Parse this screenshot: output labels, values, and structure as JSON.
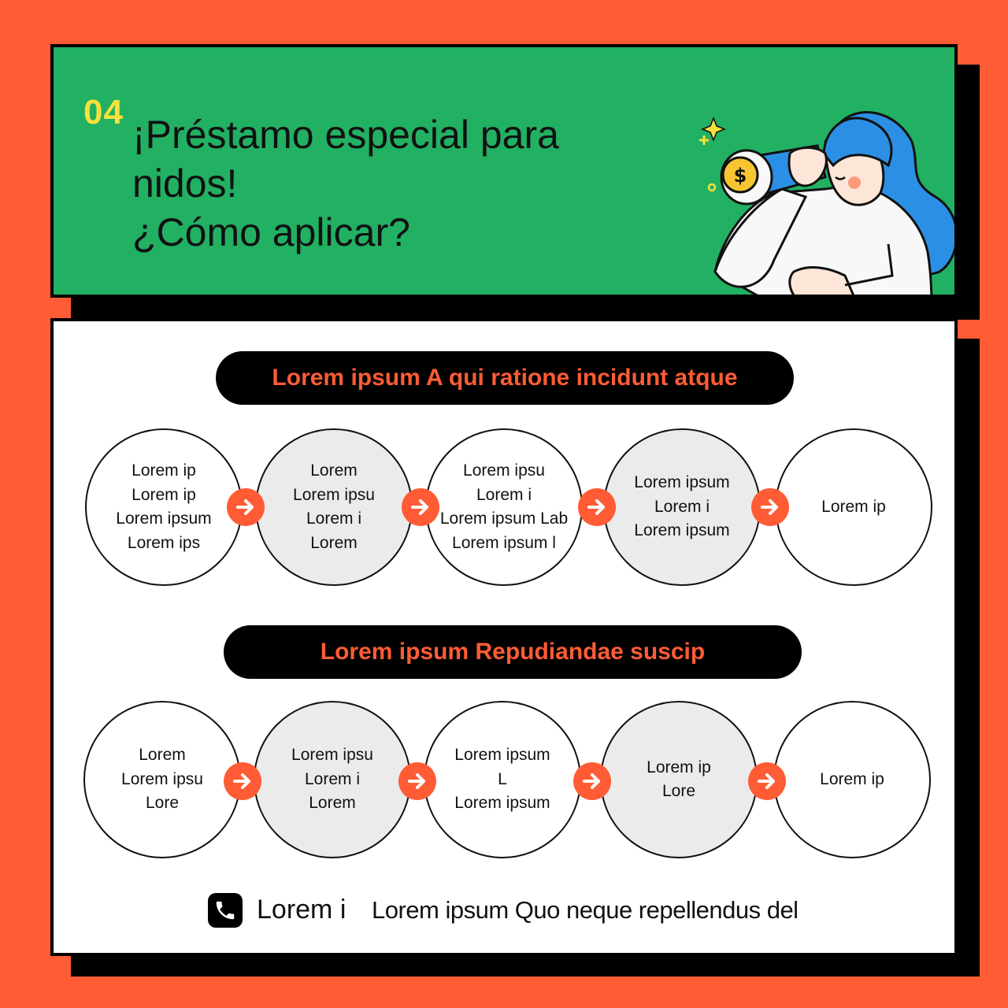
{
  "header": {
    "step_number": "04",
    "title_lines": [
      "¡Préstamo especial para",
      "nidos!",
      "¿Cómo aplicar?"
    ]
  },
  "section1": {
    "heading": "Lorem ipsum A qui ratione incidunt atque",
    "circles": [
      {
        "lines": [
          "Lorem ip",
          "Lorem ip",
          "Lorem ipsum",
          "Lorem ips"
        ]
      },
      {
        "lines": [
          "Lorem",
          "Lorem ipsu",
          "Lorem i",
          "Lorem"
        ]
      },
      {
        "lines": [
          "Lorem ipsu",
          "Lorem i",
          "Lorem ipsum Lab",
          "Lorem ipsum l"
        ]
      },
      {
        "lines": [
          "Lorem ipsum",
          "Lorem i",
          "Lorem ipsum"
        ]
      },
      {
        "lines": [
          "Lorem ip"
        ]
      }
    ]
  },
  "section2": {
    "heading": "Lorem ipsum Repudiandae suscip",
    "circles": [
      {
        "lines": [
          "Lorem",
          "Lorem ipsu",
          "Lore"
        ]
      },
      {
        "lines": [
          "Lorem ipsu",
          "Lorem i",
          "Lorem"
        ]
      },
      {
        "lines": [
          "Lorem ipsum",
          "L",
          "Lorem ipsum"
        ]
      },
      {
        "lines": [
          "Lorem ip",
          "Lore"
        ]
      },
      {
        "lines": [
          "Lorem ip"
        ]
      }
    ]
  },
  "footer": {
    "phone_icon": "phone-icon",
    "label": "Lorem i",
    "text": "Lorem ipsum Quo neque repellendus del"
  },
  "colors": {
    "background": "#ff5c35",
    "header": "#22b063",
    "accent": "#ff5c35",
    "step_number": "#f7e13a",
    "circle_gray": "#ebebeb"
  }
}
